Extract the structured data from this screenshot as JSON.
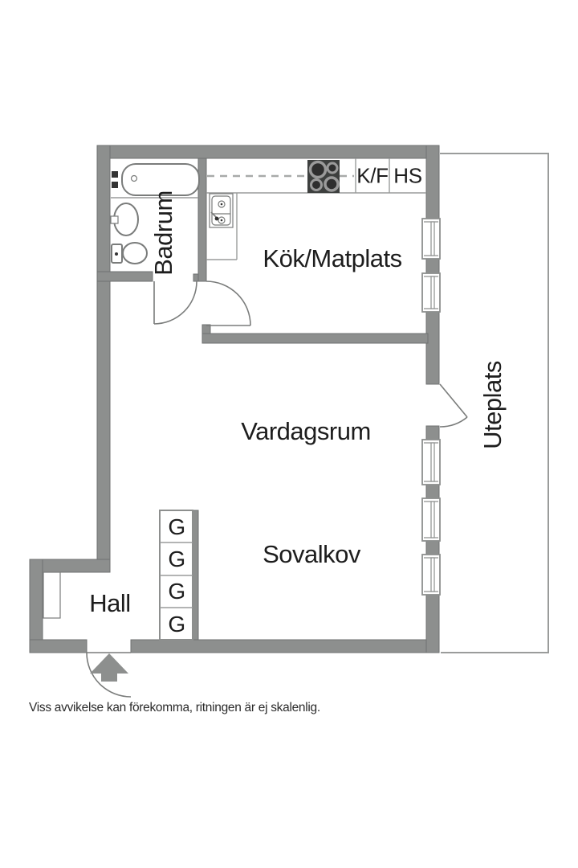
{
  "rooms": {
    "badrum": "Badrum",
    "kitchen": "Kök/Matplats",
    "living": "Vardagsrum",
    "alcove": "Sovalkov",
    "hall": "Hall",
    "patio": "Uteplats"
  },
  "appliances": {
    "fridge_freezer": "K/F",
    "tall_cabinet": "HS"
  },
  "closets": {
    "labels": [
      "G",
      "G",
      "G",
      "G"
    ]
  },
  "footer": {
    "disclaimer": "Viss avvikelse kan förekomma, ritningen är ej skalenlig."
  },
  "colors": {
    "wall": "#8d8f8e",
    "wall-edge": "#6f7271",
    "line": "#9a9c9b",
    "door": "#7a7c7b",
    "stove": "#3d3f3e",
    "ink": "#1d1d1d"
  }
}
